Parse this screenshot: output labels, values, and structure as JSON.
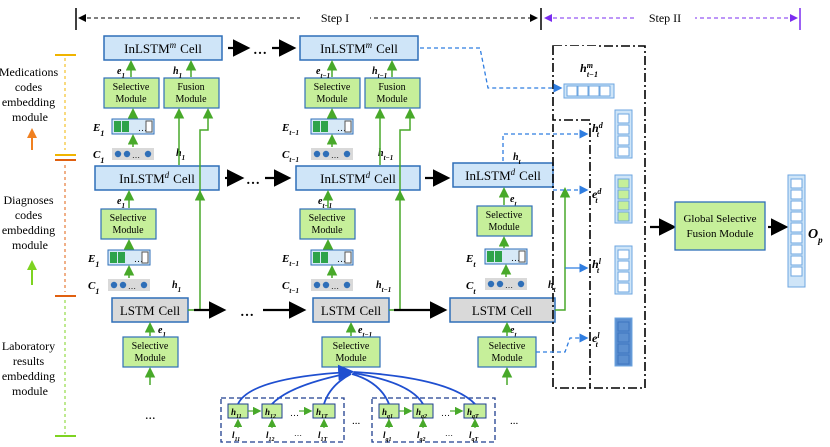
{
  "steps": {
    "step1": "Step I",
    "step2": "Step II"
  },
  "left_labels": {
    "medications": [
      "Medications",
      "codes",
      "embedding",
      "module"
    ],
    "diagnoses": [
      "Diagnoses",
      "codes",
      "embedding",
      "module"
    ],
    "laboratory": [
      "Laboratory",
      "results",
      "embedding",
      "module"
    ]
  },
  "cells": {
    "med": "InLSTM",
    "med_sup": "m",
    "diag": "InLSTM",
    "diag_sup": "d",
    "lab": "LSTM",
    "cell_word": "Cell"
  },
  "modules": {
    "selective": [
      "Selective",
      "Module"
    ],
    "fusion": [
      "Fusion",
      "Module"
    ]
  },
  "global_module": [
    "Global Selective",
    "Fusion Module"
  ],
  "output": {
    "base": "O",
    "sub": "p"
  },
  "ellipsis": "…",
  "bottom_dots": "...",
  "time_labels": {
    "t1": "1",
    "tprev": "t−1",
    "t": "t"
  },
  "lab_items": {
    "group1": [
      "h",
      "h",
      "h"
    ],
    "group1_subs": [
      "11",
      "12",
      "1T"
    ],
    "group1_inputs": [
      "l",
      "l",
      "l"
    ],
    "group1_input_subs": [
      "11",
      "12",
      "1T"
    ],
    "group2": [
      "h",
      "h",
      "h"
    ],
    "group2_subs": [
      "q1",
      "q2",
      "qT"
    ],
    "group2_inputs": [
      "l",
      "l",
      "l"
    ],
    "group2_input_subs": [
      "q1",
      "q2",
      "qT"
    ]
  },
  "colors": {
    "cell_blue": "#cfe5f8",
    "cell_border": "#2f6fb8",
    "module_green": "#c6ef9a",
    "module_border": "#3b8a1c",
    "lstm_gray": "#d9d9d9",
    "arrow_green": "#48a92a",
    "arrow_blue": "#2f7de0",
    "step2_purple": "#7b2cf0"
  }
}
